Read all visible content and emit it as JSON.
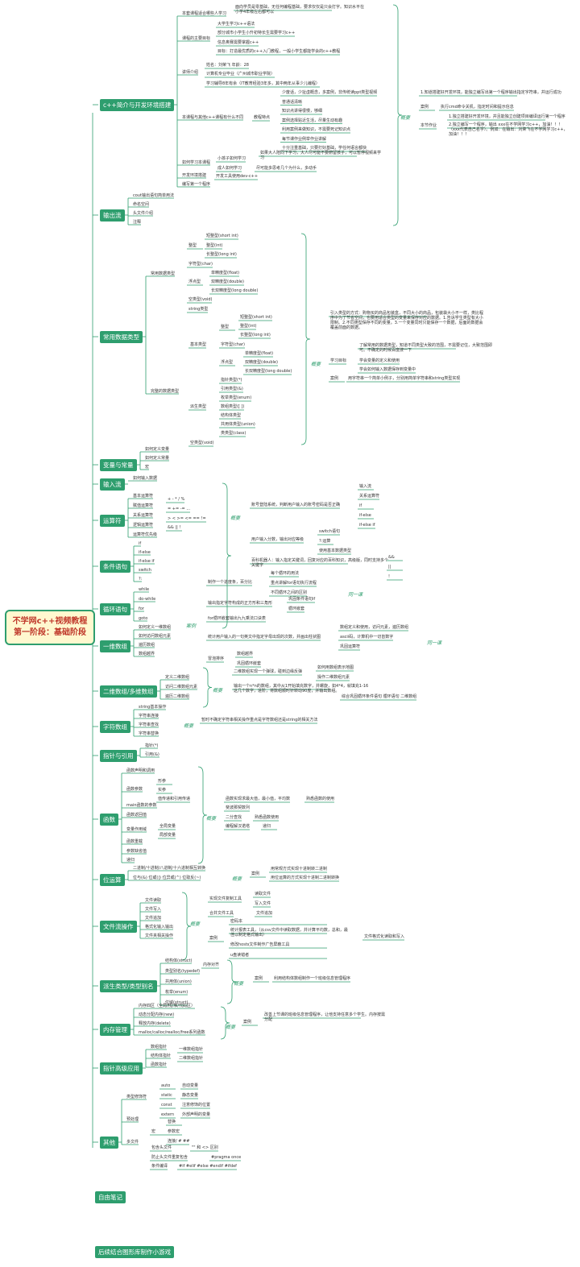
{
  "root": {
    "line1": "不学网c++视频教程",
    "line2": "第一阶段：基础阶段"
  },
  "summary_label": "概要",
  "bottom_labels": [
    "自由笔记",
    "后续结合图形库制作小游戏"
  ],
  "branches": [
    {
      "label": "c++简介与开发环境搭建",
      "leaves": [
        "本套课程适合哪些人学习",
        "课程的主要目标",
        "讲师介绍",
        "本课程与其他c++课程有什么不同",
        "如何学习本课程",
        "开发环境搭建",
        "编写第一个程序"
      ]
    },
    {
      "label": "输出流",
      "leaves": [
        "cout输出语句简单用法",
        "命名空间",
        "头文件介绍",
        "注释"
      ]
    },
    {
      "label": "常用数据类型",
      "leaves": [
        "常用数据类型",
        "完整的数据类型"
      ]
    },
    {
      "label": "变量与常量",
      "leaves": [
        "如何定义变量",
        "如何定义常量",
        "宏"
      ]
    },
    {
      "label": "输入流",
      "leaves": [
        "如何输入数据"
      ]
    },
    {
      "label": "运算符",
      "leaves": [
        "基本运算符",
        "赋值运算符",
        "关系运算符",
        "逻辑运算符",
        "运算符优先级"
      ]
    },
    {
      "label": "条件语句",
      "leaves": [
        "if",
        "if-else",
        "if-else if",
        "switch",
        "?:"
      ]
    },
    {
      "label": "循环语句",
      "leaves": [
        "while",
        "do-while",
        "for",
        "goto"
      ]
    },
    {
      "label": "一维数组",
      "leaves": [
        "如何定义一维数组",
        "如何访问数组元素",
        "遍历数组",
        "数组越界"
      ]
    },
    {
      "label": "二维数组/多维数组",
      "leaves": [
        "定义二维数组",
        "访问二维数组元素",
        "遍历二维数组"
      ]
    },
    {
      "label": "字符数组",
      "leaves": [
        "string基本操作",
        "字符串连接",
        "字符串查找",
        "字符串替换"
      ]
    },
    {
      "label": "指针与引用",
      "leaves": [
        "指针(*)",
        "引用(&)"
      ]
    },
    {
      "label": "函数",
      "leaves": [
        "函数声明和调用",
        "函数参数",
        "main函数的参数",
        "函数返回值",
        "变量作用域",
        "函数重载",
        "参数缺省值",
        "递归"
      ]
    },
    {
      "label": "位运算",
      "leaves": [
        "二进制/十进制/八进制/十六进制相互转换",
        "位与(&)  位或(|)  位异或(^)  位取反(~)"
      ]
    },
    {
      "label": "文件流操作",
      "leaves": [
        "文件读取",
        "文件写入",
        "文件追加",
        "格式化输入输出",
        "文件夹相关操作"
      ]
    },
    {
      "label": "派生类型/类型别名",
      "leaves": [
        "结构体(struct)",
        "类型别名(typedef)",
        "共用体(union)",
        "枚举(enum)",
        "位域(struct)"
      ]
    },
    {
      "label": "内存管理",
      "leaves": [
        "内存四区（全局/栈/堆/代码区）",
        "动态分配内存(new)",
        "释放内存(delete)",
        "malloc/calloc/realloc/free系列函数"
      ]
    },
    {
      "label": "指针高级应用",
      "leaves": [
        "数组指针",
        "结构体指针",
        "函数指针"
      ]
    },
    {
      "label": "其他",
      "leaves": [
        "类型修饰符",
        "预处理",
        "多文件"
      ]
    }
  ],
  "details": {
    "audience": "面向学员是零基础，无任何编程基础，要求仅仅是只会打字。知识水平在小学4年级左右都可以",
    "goals": [
      "大学生学习c++语法",
      "部分城市小学生小升初特长生需要学习c++",
      "信息奥赛需要掌握c++",
      "目标：打造最优质的c++入门教程，一般小学生都能学会的c++教程"
    ],
    "lecturer": [
      "姓名：刘荣飞  年龄：28",
      "计算机专业毕业（广州城市职业学院）",
      "学习辅导8年有余（IT教育经验3年多，其中两年从事少儿编程）"
    ],
    "teaching_label": "教程特点",
    "teaching": [
      "少废话，少扯虚概念，多案例，非传统读ppt类型视频",
      "普通话清晰",
      "知识点讲得很慢，够细",
      "案例选择贴近生活，尽量生动有趣",
      "利用案例来做知识，不需要死记知识点",
      "每节课作业例举作业讲解",
      "十分注重基础，只要打好基础，学任何语言都快"
    ],
    "howto_kids": "小孩子如何学习",
    "howto_kids_note": "如果大人陪同下学习，大人尽可能不要俯留孩子，可以暂停视频来学习",
    "howto_adults": "成人如何学习",
    "howto_adults_note": "尽可能多思考几个为什么，多动手",
    "devtool": "开发工具使用dev-c++",
    "sum1_goal": "1.知道搭建好开发环境，能独立编写出第一个程序输出指定字符串，并运行成功",
    "sum1_case_label": "案例",
    "sum1_case": "执行cmd命令关机，指定时间和提示信息",
    "sum1_hw_label": "本节作业",
    "sum1_hw": [
      "1.独立搭建好开发环境，并且能独立创建项目编译运行第一个程序",
      "2.独立编写一个程序，输出 xxx在不学网学习c++，加油！！！（xxx代表自己名字）。例如：在输出：刘荣飞在不学网学习c++，加油！！！"
    ],
    "types_short": "短整型(short int)",
    "types_int": "整型(int)",
    "types_long": "长整型(long int)",
    "types_int_label": "整型",
    "types_char": "字符型(char)",
    "types_float_label": "浮点型",
    "types_float": "单精度型(float)",
    "types_double": "双精度型(double)",
    "types_ldouble": "长双精度型(long double)",
    "types_void": "空类型(void)",
    "types_string": "string类型",
    "types_basic": "基本类型",
    "types_derived": "派生类型",
    "types_derived_items": [
      "指针类型(*)",
      "引用类型(&)",
      "枚举类型(enum)",
      "数组类型([ ])",
      "结构体类型",
      "共用体类型(union)",
      "类类型(class)"
    ],
    "types_intro": "引入类型的方式：购物买的商品包装盒，不同大小的商品，包装袋大小不一样，类比程序中为了节省空间，也要用适合类型的变量来保存对应的数据。1.告诉学生类型有大小限制。2.不同类型保存不同的变量。3.一个变量同时只能保存一个数据，后面的数据会覆盖前面的数据。",
    "types_understand": "了解常用的数据类型，知道不同类型大致的范围，不需要记住，大致范围即可。不确定的时候百度搜一下",
    "types_goal_label": "学习目标",
    "types_goal": [
      "学会变量的定义和使用",
      "学会如何输入数据保存到变量中"
    ],
    "types_case_label": "案例",
    "types_case": "用字符串一个简单小例子，分别用简单字符串和string类型实现",
    "ops_arith": "+ - * / %",
    "ops_assign": "= +=  -= ...",
    "ops_rel": ">  <  >=  <=  ==  !=",
    "ops_logic": "&&  ||  !",
    "ops_case1": "账号登陆系统，判断用户输入的账号密码是否正确",
    "ops_case1_items": [
      "输入流",
      "关系运算符",
      "if",
      "if-else",
      "if-else if"
    ],
    "ops_case2": "用户输入分数，输出对应等级",
    "ops_case2_items": [
      "switch语句",
      "?:运算",
      "使用基本数据类型"
    ],
    "ops_case3": "百科机器人：输入指定关键词，回复对应的百科知识，高级版，同时支持多个关键字",
    "ops_case3_items": [
      "&&",
      "||",
      "!"
    ],
    "loop_case1": "制作一个进度条，百分比",
    "loop_case1_items": [
      "每个循环的用法",
      "重点讲解for语句执行流程",
      "不同循环之间的区别"
    ],
    "loop_case2": "输出指定字符构成的正方形和三角形",
    "loop_case2_items": [
      "巩固条件语句if",
      "循环嵌套"
    ],
    "loop_case3": "for循环嵌套输出九九乘法口诀表",
    "arr_case1": "统计用户输入的一句英文中指定字母出现的次数，并画出柱状图",
    "arr_case1_items": [
      "数组定义和使用，访问元素，遍历数组",
      "ascii码，计算机中一切皆数字",
      "巩固运算符"
    ],
    "arr_case2": "冒泡排序",
    "arr_case2_items": [
      "数组越界",
      "巩固循环嵌套"
    ],
    "label_all": "案例",
    "label_same": "同一课",
    "arr2_case1": "二维数组实现一个弹球，碰到边缘反弹",
    "arr2_case1_items": [
      "如何用数组表示地图",
      "操作二维数组元素"
    ],
    "arr2_case2": "输出一个n*n的数组，其中从1开始填充数字，并螺旋，如4*4，就填充1-16这几个数字，进阶，将数组顺时针转动90度，并输出数组。",
    "arr2_case2_note": "综合巩固循环条件语句  循环语句  二维数组",
    "str_note": "暂时不确定字符串相关操作重点是字符数组还是string的相关方法",
    "fn_params": [
      "形参",
      "实参",
      "值传递和引用传递"
    ],
    "fn_scope": [
      "全局变量",
      "局部变量"
    ],
    "fn_cases": [
      "函数实现求最大值，最小值，平均数",
      "熟悉函数的使用",
      "斐波那契数列",
      "二分查找",
      "熟悉函数使用",
      "编程解汉诺塔",
      "递归"
    ],
    "bit_cases": [
      "用常规方式实现十进制转二进制",
      "用位运算的方式实现十进制二进制转换"
    ],
    "file_case1": "实现文件复制工具",
    "file_case1_items": [
      "读取文件",
      "写入文件"
    ],
    "file_case2": "合并文件工具",
    "file_case2_item": "文件追加",
    "file_case_label": "案例",
    "file_cases": [
      "密码本",
      "统计报表工具，（从csv文件中读取数据，并计算平均数，总和，最佳以制定格式输出）",
      "修改hosts文件制作广告屏蔽工具",
      "u盘读错者"
    ],
    "file_cases_note": "文件格式化读取和写入",
    "struct_pair": "内存对齐",
    "struct_case": "利用结构体数组制作一个班级信息管理程序",
    "mem_case": "改善上节课的班级信息管理程序，让他支持任意多个学生。内存按需分配",
    "ptr_items": [
      "一维数组指针",
      "二维数组指针"
    ],
    "mod_items": [
      "auto",
      "static",
      "const",
      "extern"
    ],
    "mod_notes": [
      "自动变量",
      "静态变量",
      "注意修饰的位置",
      "外部声明的变量"
    ],
    "pre_items": [
      "宏",
      "包含头文件",
      "防止头文件重复包含",
      "条件编译"
    ],
    "pre_macro": [
      "替换",
      "参数宏",
      "连接/  #   ##"
    ],
    "pre_include": "\"\" 和 <> 区别",
    "pre_once": "#pragma once",
    "pre_cond": "#if   #elif   #else   #endif   #ifdef"
  }
}
